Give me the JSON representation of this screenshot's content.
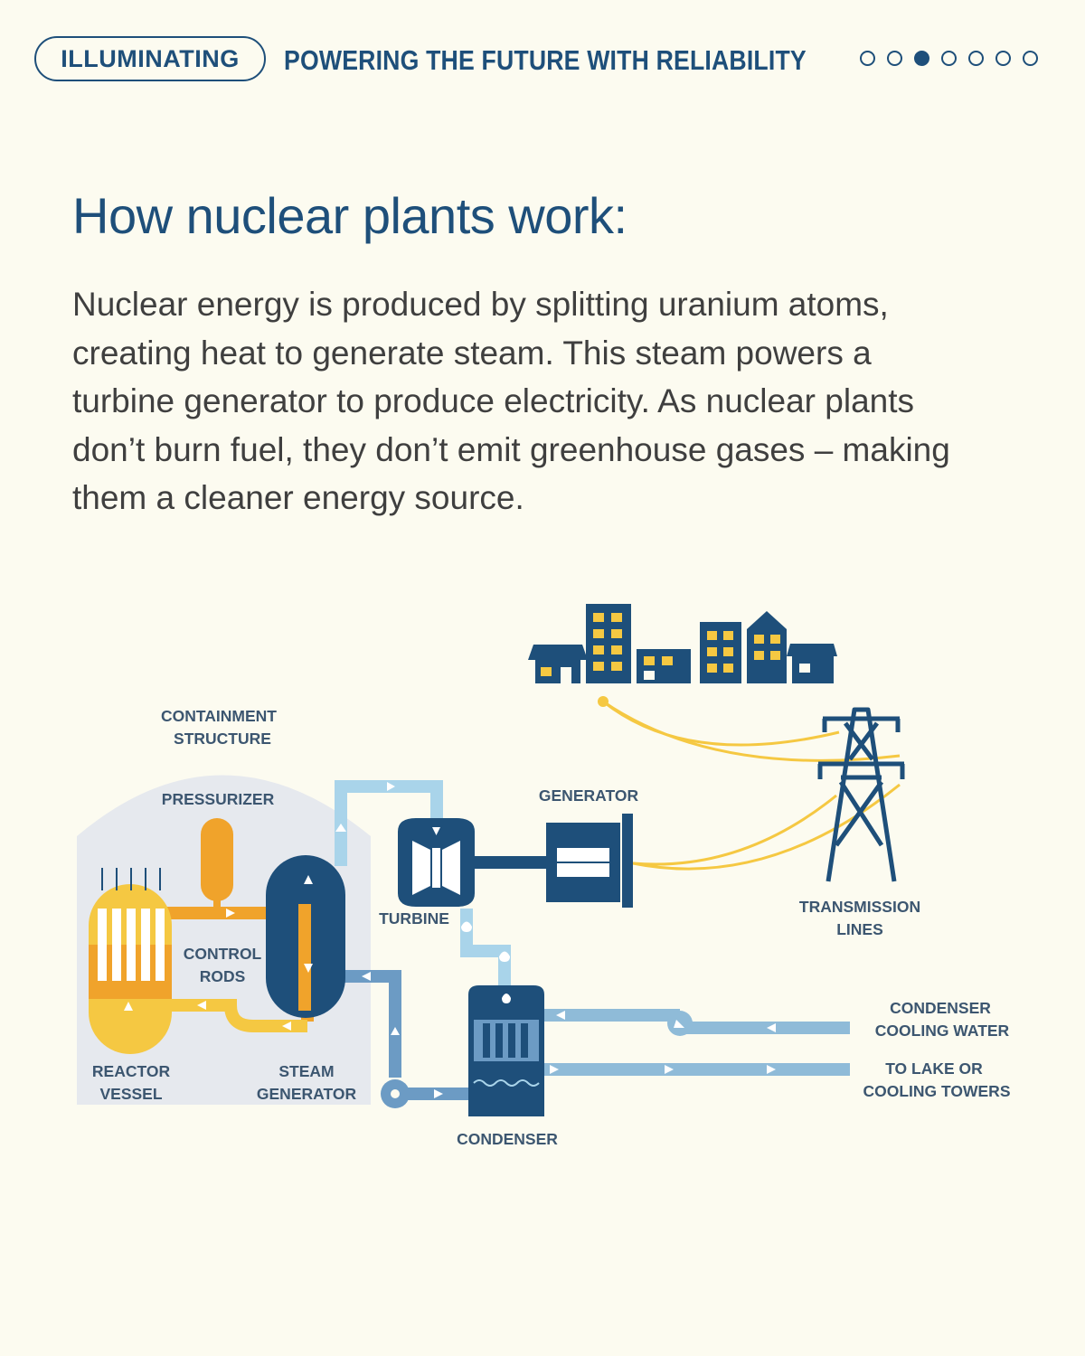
{
  "header": {
    "badge": "ILLUMINATING",
    "section_title": "POWERING THE FUTURE WITH RELIABILITY",
    "pagination": {
      "total": 7,
      "current": 3
    }
  },
  "title": "How nuclear plants work:",
  "intro": "Nuclear energy is produced by splitting uranium atoms, creating heat to generate steam. This steam powers a turbine generator to produce electricity. As nuclear plants don’t burn fuel, they don’t emit greenhouse gases – making them a cleaner energy source.",
  "diagram": {
    "labels": {
      "containment_1": "CONTAINMENT",
      "containment_2": "STRUCTURE",
      "pressurizer": "PRESSURIZER",
      "generator": "GENERATOR",
      "turbine": "TURBINE",
      "control_rods_1": "CONTROL",
      "control_rods_2": "RODS",
      "reactor_1": "REACTOR",
      "reactor_2": "VESSEL",
      "steam_gen_1": "STEAM",
      "steam_gen_2": "GENERATOR",
      "transmission_1": "TRANSMISSION",
      "transmission_2": "LINES",
      "cooling_water_1": "CONDENSER",
      "cooling_water_2": "COOLING WATER",
      "lake_1": "TO LAKE OR",
      "lake_2": "COOLING TOWERS",
      "condenser": "CONDENSER"
    },
    "colors": {
      "navy": "#1e4f7a",
      "orange": "#f0a32b",
      "yellow": "#f5c842",
      "light_blue": "#a9d4ea",
      "mid_blue": "#6c9bc4",
      "containment": "#e6e9ee"
    }
  }
}
